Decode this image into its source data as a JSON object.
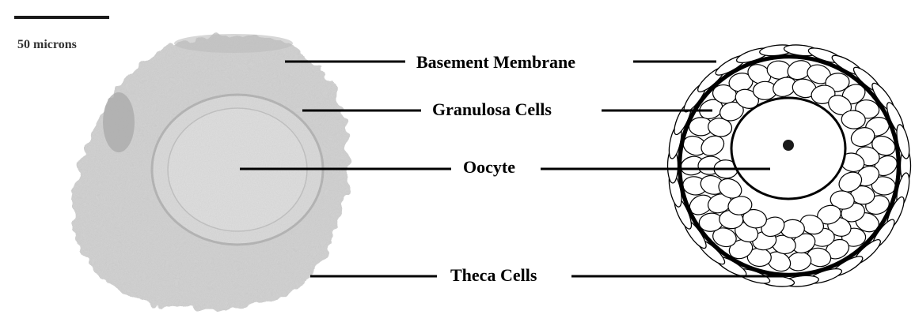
{
  "scale_bar": {
    "label": "50 microns"
  },
  "labels": {
    "basement_membrane": "Basement Membrane",
    "granulosa_cells": "Granulosa Cells",
    "oocyte": "Oocyte",
    "theca_cells": "Theca Cells"
  },
  "colors": {
    "micrograph_tone": "#c9c9c9",
    "line": "#000000",
    "cell_fill": "#ffffff"
  }
}
